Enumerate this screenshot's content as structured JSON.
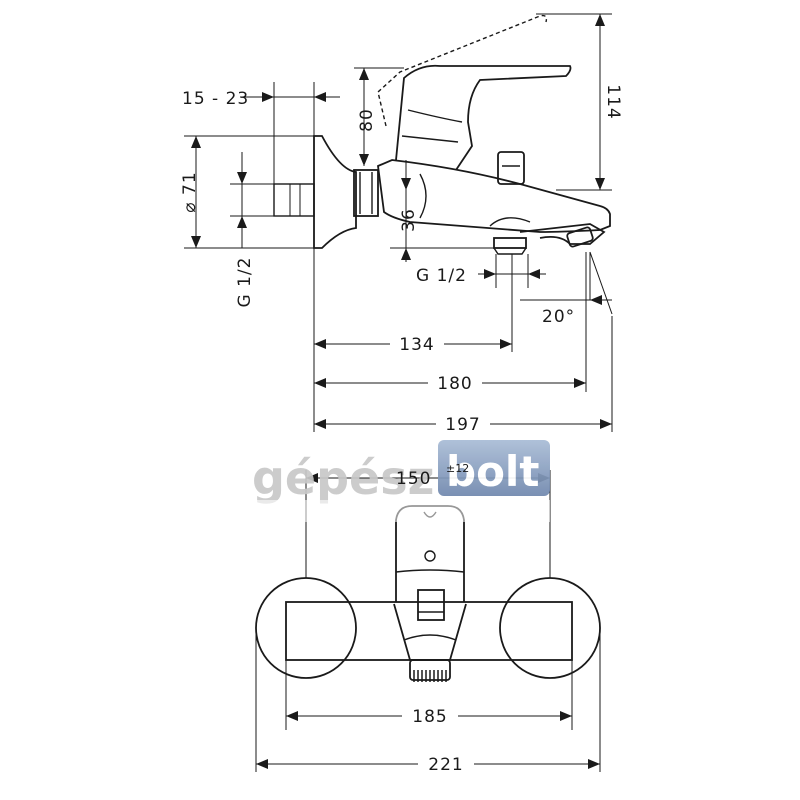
{
  "dimensions": {
    "d_15_23": "15 - 23",
    "d_80": "80",
    "d_114": "114",
    "d_71": "⌀ 71",
    "d_36": "36",
    "d_g12_left": "G 1/2",
    "d_g12_bottom": "G 1/2",
    "d_20deg": "20°",
    "d_134": "134",
    "d_180": "180",
    "d_197": "197",
    "d_150": "150",
    "d_150_tol": "±12",
    "d_185": "185",
    "d_221": "221"
  },
  "watermark": {
    "text_a": "gépész",
    "text_b": "bolt"
  }
}
